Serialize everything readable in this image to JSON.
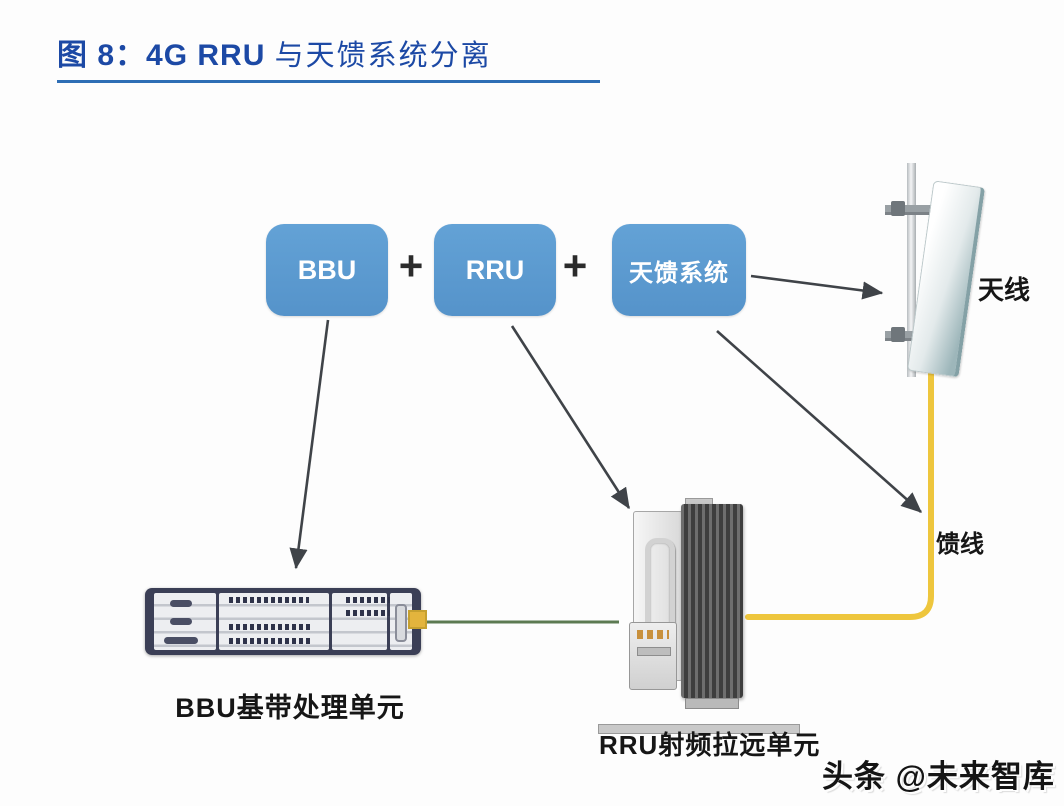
{
  "title": {
    "part1": "图 8：4G RRU",
    "part2": " 与天馈系统分离"
  },
  "diagram": {
    "plus_sign": "+",
    "boxes": [
      {
        "label": "BBU"
      },
      {
        "label": "RRU"
      },
      {
        "label": "天馈系统"
      }
    ],
    "labels": {
      "antenna": "天线",
      "feeder": "馈线",
      "bbu_caption": "BBU基带处理单元",
      "rru_caption": "RRU射频拉远单元"
    },
    "connections": [
      {
        "from": "BBU",
        "to": "BBU基带处理单元",
        "style": "gray-arrow"
      },
      {
        "from": "RRU",
        "to": "RRU射频拉远单元",
        "style": "gray-arrow"
      },
      {
        "from": "天馈系统",
        "to": "天线",
        "style": "gray-arrow"
      },
      {
        "from": "天馈系统",
        "to": "馈线",
        "style": "gray-arrow"
      },
      {
        "from": "天线",
        "to": "RRU射频拉远单元",
        "style": "yellow-feeder-cable"
      },
      {
        "from": "BBU基带处理单元",
        "to": "RRU射频拉远单元",
        "style": "green-link"
      }
    ],
    "colors": {
      "box_blue": "#5798cf",
      "title_blue": "#1c49a5",
      "underline_blue": "#2e6eb5",
      "arrow_gray": "#3f4348",
      "feeder_yellow": "#eec63d",
      "link_green": "#5c7a52"
    }
  },
  "watermark": {
    "text": "头条 @未来智库"
  }
}
